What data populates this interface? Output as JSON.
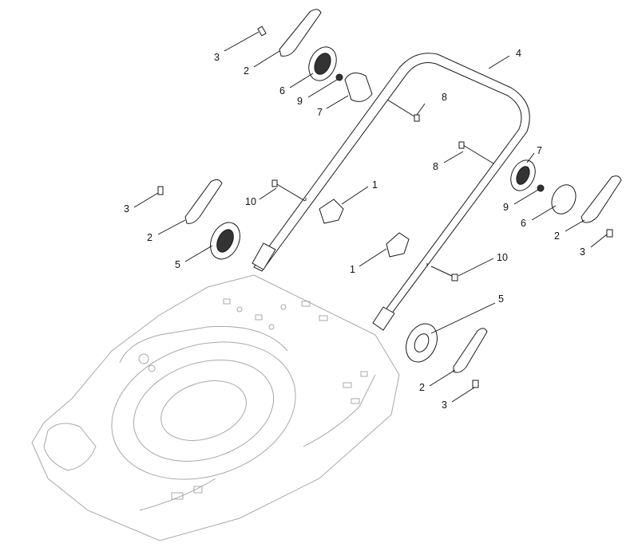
{
  "callouts": [
    {
      "label": "3"
    },
    {
      "label": "2"
    },
    {
      "label": "6"
    },
    {
      "label": "9"
    },
    {
      "label": "7"
    },
    {
      "label": "8"
    },
    {
      "label": "4"
    },
    {
      "label": "8"
    },
    {
      "label": "7"
    },
    {
      "label": "9"
    },
    {
      "label": "6"
    },
    {
      "label": "2"
    },
    {
      "label": "3"
    },
    {
      "label": "10"
    },
    {
      "label": "1"
    },
    {
      "label": "3"
    },
    {
      "label": "2"
    },
    {
      "label": "5"
    },
    {
      "label": "1"
    },
    {
      "label": "10"
    },
    {
      "label": "5"
    },
    {
      "label": "2"
    },
    {
      "label": "3"
    }
  ]
}
